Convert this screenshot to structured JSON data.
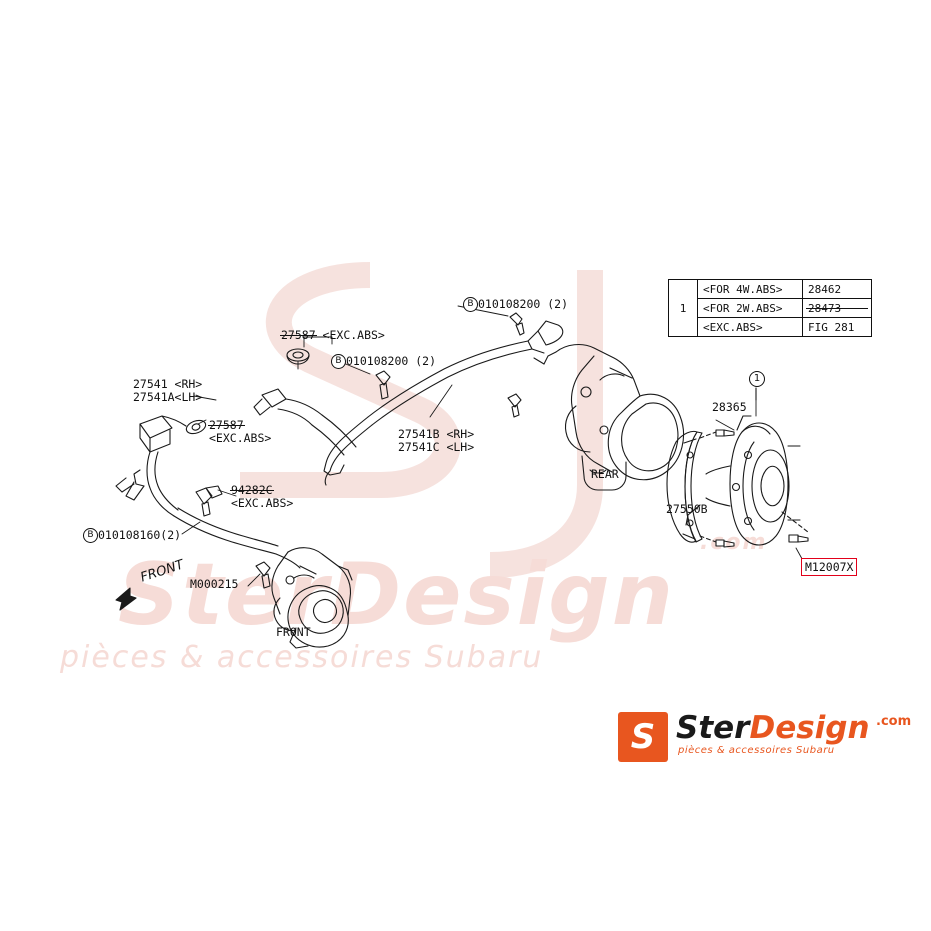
{
  "diagram": {
    "title": "Subaru rear/front ABS sensor and hub assembly parts diagram",
    "table": {
      "index": "1",
      "rows": [
        {
          "condition": "<FOR 4W.ABS>",
          "part": "28462",
          "struck": false
        },
        {
          "condition": "<FOR 2W.ABS>",
          "part": "28473",
          "struck": true
        },
        {
          "condition": "<EXC.ABS>",
          "part": "FIG 281",
          "struck": false
        }
      ]
    },
    "labels": [
      {
        "id": "lbl-010108200-a",
        "text": "010108200 (2)"
      },
      {
        "id": "lbl-010108200-b",
        "text": "010108200 (2)"
      },
      {
        "id": "lbl-010108160",
        "text": "010108160(2)"
      },
      {
        "id": "lbl-27587-exc-top",
        "text": "27587 <EXC.ABS>"
      },
      {
        "id": "lbl-27587-exc-left",
        "text": "27587\n<EXC.ABS>"
      },
      {
        "id": "lbl-27541-rh-lh",
        "text": "27541 <RH>\n27541A<LH>"
      },
      {
        "id": "lbl-27541b-rh-lh",
        "text": "27541B <RH>\n27541C <LH>"
      },
      {
        "id": "lbl-94282c",
        "text": "94282C\n<EXC.ABS>"
      },
      {
        "id": "lbl-m000215",
        "text": "M000215"
      },
      {
        "id": "lbl-28365",
        "text": "28365"
      },
      {
        "id": "lbl-27550b",
        "text": "27550B"
      },
      {
        "id": "lbl-rear",
        "text": "REAR"
      },
      {
        "id": "lbl-front-lower",
        "text": "FRONT"
      },
      {
        "id": "lbl-front-arrow",
        "text": "FRONT"
      }
    ],
    "highlight": {
      "id": "highlighted-part",
      "text": "M12007X",
      "color": "#e2001a"
    },
    "markers": {
      "b": "B",
      "one": "1"
    }
  },
  "branding": {
    "logo_initial": "S",
    "logo_name_part1": "Ster",
    "logo_name_part2": "Design",
    "logo_domain": ".com",
    "logo_tagline": "pièces & accessoires Subaru",
    "watermark_main": "SterDesign",
    "watermark_sub": "pièces & accessoires Subaru",
    "watermark_domain": ".com"
  }
}
